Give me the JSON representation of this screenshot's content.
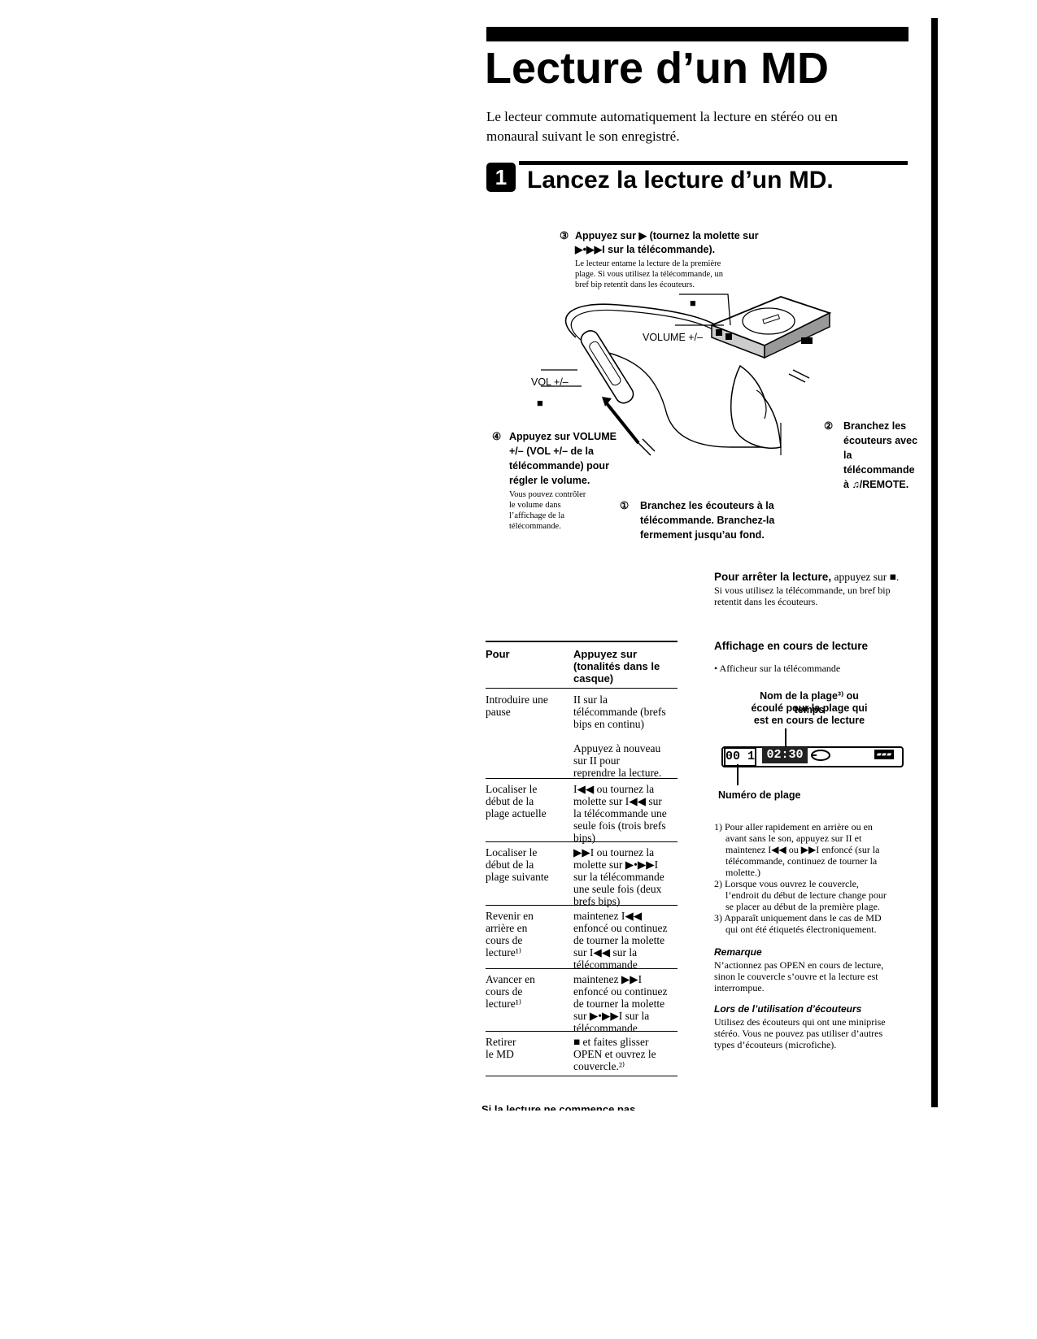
{
  "page": {
    "title": "Lecture d’un MD",
    "intro": "Le lecteur commute automatiquement la lecture en stéréo ou en monaural suivant le son enregistré."
  },
  "step": {
    "number": "1",
    "heading": "Lancez la lecture d’un MD."
  },
  "illustration": {
    "callout3_title_1": "Appuyez sur ▶ (tournez la molette sur",
    "callout3_title_2": "▶•▶▶I sur la télécommande).",
    "callout3_note_1": "Le lecteur entame la lecture de la première",
    "callout3_note_2": "plage. Si vous utilisez la télécommande, un",
    "callout3_note_3": "bref bip retentit dans les écouteurs.",
    "stop_symbol": "■",
    "volume_label": "VOLUME +/–",
    "vol_label": "VOL +/–",
    "callout4_1": "Appuyez sur VOLUME",
    "callout4_2": "+/– (VOL +/– de la",
    "callout4_3": "télécommande) pour",
    "callout4_4": "régler le volume.",
    "callout4_note_1": "Vous pouvez contrôler",
    "callout4_note_2": "le volume dans",
    "callout4_note_3": "l’affichage de la",
    "callout4_note_4": "télécommande.",
    "callout1_1": "Branchez les écouteurs à la",
    "callout1_2": "télécommande. Branchez-la",
    "callout1_3": "fermement jusqu’au fond.",
    "callout2_1": "Branchez les",
    "callout2_2": "écouteurs avec",
    "callout2_3": "la",
    "callout2_4": "télécommande",
    "callout2_5": "à ♫/REMOTE.",
    "num1": "①",
    "num2": "②",
    "num3": "③",
    "num4": "④"
  },
  "stop": {
    "lead": "Pour arrêter la lecture,",
    "rest": " appuyez sur ■.",
    "line2": "Si vous utilisez la télécommande, un bref bip",
    "line3": "retentit dans les écouteurs."
  },
  "table": {
    "col1_header": "Pour",
    "col2_header_1": "Appuyez sur",
    "col2_header_2": "(tonalités dans le",
    "col2_header_3": "casque)",
    "rows": [
      {
        "a": [
          "Introduire une",
          "pause"
        ],
        "b": [
          "II sur la",
          "télécommande (brefs",
          "bips en continu)",
          "",
          "Appuyez à nouveau",
          "sur II pour",
          "reprendre la lecture."
        ]
      },
      {
        "a": [
          "Localiser le",
          "début de la",
          "plage actuelle"
        ],
        "b": [
          "I◀◀ ou tournez la",
          "molette sur I◀◀ sur",
          "la télécommande une",
          "seule fois (trois brefs",
          "bips)"
        ]
      },
      {
        "a": [
          "Localiser le",
          "début de la",
          "plage suivante"
        ],
        "b": [
          "▶▶I ou tournez la",
          "molette sur ▶•▶▶I",
          "sur la télécommande",
          "une seule fois (deux",
          "brefs bips)"
        ]
      },
      {
        "a": [
          "Revenir en",
          "arrière en",
          "cours de",
          "lecture¹⁾"
        ],
        "b": [
          "maintenez I◀◀",
          "enfoncé ou continuez",
          "de tourner la molette",
          "sur I◀◀ sur la",
          "télécommande"
        ]
      },
      {
        "a": [
          "Avancer en",
          "cours de",
          "lecture¹⁾"
        ],
        "b": [
          "maintenez ▶▶I",
          "enfoncé ou continuez",
          "de tourner la molette",
          "sur ▶•▶▶I sur la",
          "télécommande"
        ]
      },
      {
        "a": [
          "Retirer",
          "le MD"
        ],
        "b": [
          "■ et faites glisser",
          "OPEN et ouvrez le",
          "couvercle.²⁾"
        ]
      }
    ],
    "footer_cut": "Si la lecture ne commence pas"
  },
  "display": {
    "heading": "Affichage en cours de lecture",
    "bullet": "• Afficheur sur la télécommande",
    "label_top_1": "Nom de la plage³⁾ ou temps",
    "label_top_2": "écoulé pour la plage qui",
    "label_top_3": "est en cours de lecture",
    "lcd_track": "00 1",
    "lcd_time": "02:30",
    "lcd_battery": "▰▰▰",
    "label_bottom": "Numéro de plage"
  },
  "notes": {
    "fn1_1": "1) Pour aller rapidement en arrière ou en",
    "fn1_2": "avant sans le son, appuyez sur II et",
    "fn1_3": "maintenez I◀◀ ou ▶▶I enfoncé (sur la",
    "fn1_4": "télécommande, continuez de tourner la",
    "fn1_5": "molette.)",
    "fn2_1": "2) Lorsque vous ouvrez le couvercle,",
    "fn2_2": "l’endroit du début de lecture change pour",
    "fn2_3": "se placer au début de la première plage.",
    "fn3_1": "3) Apparaît uniquement dans le cas de MD",
    "fn3_2": "qui ont été étiquetés électroniquement.",
    "remark_title": "Remarque",
    "remark_1": "N’actionnez pas OPEN en cours de lecture,",
    "remark_2": "sinon le couvercle s’ouvre et la lecture est",
    "remark_3": "interrompue.",
    "ear_title": "Lors de l’utilisation d’écouteurs",
    "ear_1": "Utilisez des écouteurs qui ont une miniprise",
    "ear_2": "stéréo. Vous ne pouvez pas utiliser d’autres",
    "ear_3": "types d’écouteurs (microfiche)."
  }
}
